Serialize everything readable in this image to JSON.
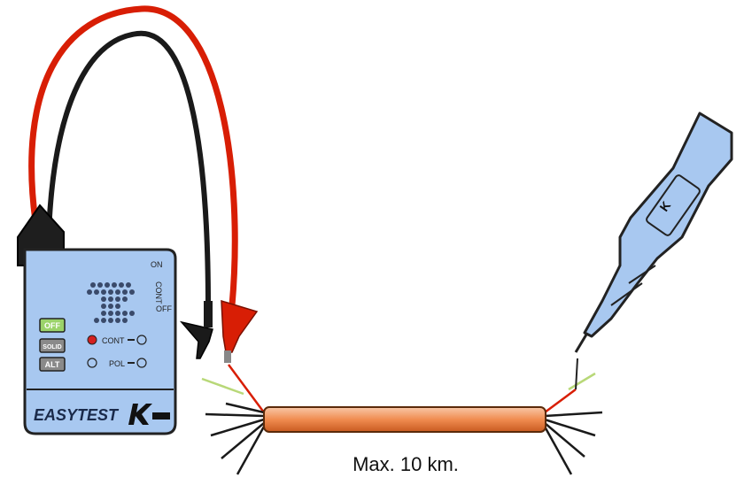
{
  "tester": {
    "brand": "EASYTEST",
    "switch_labels": {
      "on": "ON",
      "cont": "CONT",
      "off": "OFF"
    },
    "buttons": [
      {
        "label": "OFF",
        "color": "#9bd36a"
      },
      {
        "label": "SOLID",
        "color": "#8a8a8a"
      },
      {
        "label": "ALT",
        "color": "#8a8a8a"
      }
    ],
    "indicators": [
      {
        "label": "CONT",
        "led_color": "#d42020"
      },
      {
        "label": "POL",
        "led_color": "#a8c8f0"
      }
    ]
  },
  "cable": {
    "length_label": "Max. 10 km."
  },
  "probe": {
    "text": "K"
  },
  "colors": {
    "device_body": "#a8c8f0",
    "lead_red": "#d81e05",
    "lead_black": "#1a1a1a",
    "cable_orange": "#f08c50",
    "wire_green": "#b8d878"
  }
}
